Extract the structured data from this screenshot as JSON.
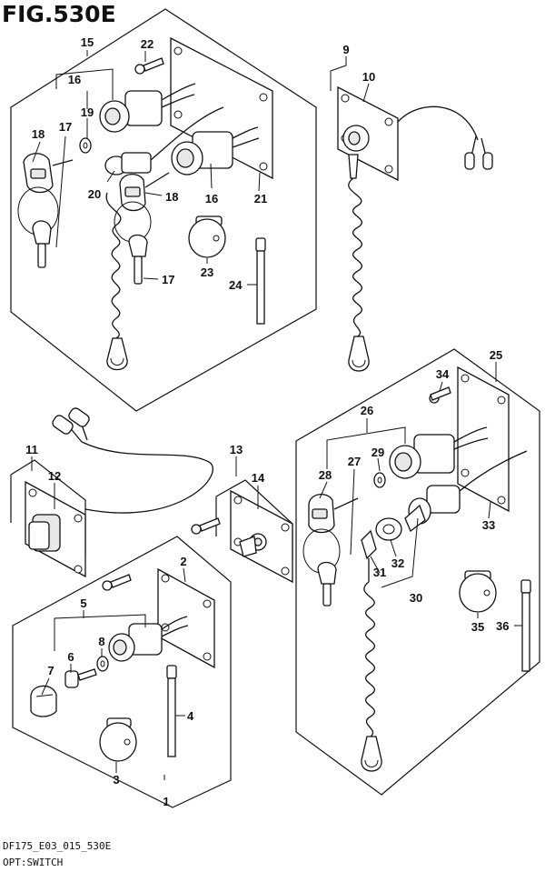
{
  "figure": {
    "title": "FIG.530E",
    "doc_code": "DF175_E03_015_530E",
    "caption": "OPT:SWITCH"
  },
  "callouts": [
    "1",
    "2",
    "3",
    "4",
    "5",
    "6",
    "7",
    "8",
    "9",
    "10",
    "11",
    "12",
    "13",
    "14",
    "15",
    "16",
    "16",
    "17",
    "17",
    "18",
    "18",
    "19",
    "20",
    "21",
    "22",
    "23",
    "24",
    "25",
    "26",
    "27",
    "28",
    "29",
    "30",
    "31",
    "32",
    "33",
    "34",
    "35",
    "36"
  ]
}
